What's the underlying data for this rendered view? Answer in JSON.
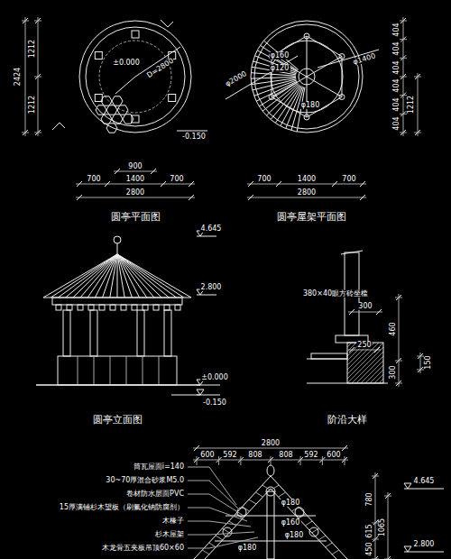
{
  "diagram": {
    "labels": [
      "2424",
      "1212",
      "1212",
      "±0.000",
      "D=2800",
      "-0.150",
      "900",
      "700",
      "1400",
      "700",
      "2800",
      "圆亭平面图",
      "φ2000",
      "φ160",
      "φ120",
      "φ180",
      "φ1400",
      "404",
      "404",
      "404",
      "404",
      "404",
      "404",
      "1212",
      "700",
      "1400",
      "700",
      "2800",
      "圆亭屋架平面图",
      "4.645",
      "2.800",
      "±0.000",
      "-0.150",
      "圆亭立面图",
      "380×40眼方砖坐槛",
      "300",
      "250",
      "460",
      "300",
      "150",
      "阶沿大样",
      "2800",
      "600",
      "592",
      "808",
      "808",
      "592",
      "600",
      "筒瓦屋面i=140",
      "30~70厚混合砂浆M5.0",
      "卷材防水层面PVC",
      "15厚满铺杉木望板（刷氟化钠防腐剂）",
      "木椽子",
      "杉木屋架",
      "木龙骨五夹板吊顶60×60",
      "φ180",
      "φ160",
      "φ180",
      "φ180",
      "780",
      "615",
      "450",
      "1065",
      "4.645",
      "2.800"
    ]
  }
}
